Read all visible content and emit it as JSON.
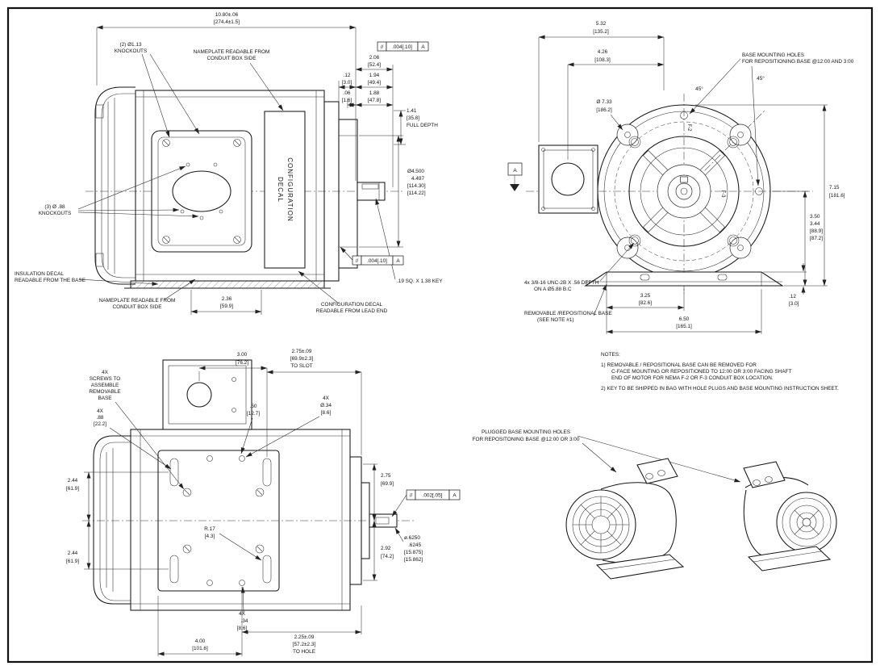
{
  "side": {
    "dim_overall": {
      "in": "10.80±.06",
      "mm": "[274.4±1.5]"
    },
    "knockouts2": {
      "l1": "(2) Ø1.13",
      "l2": "KNOCKOUTS"
    },
    "nameplate_top": {
      "l1": "NAMEPLATE READABLE FROM",
      "l2": "CONDUIT BOX SIDE"
    },
    "fcf_top": {
      "sym": "//",
      "tol": ".004[.10]",
      "datum": "A"
    },
    "dim_206": {
      "in": "2.06",
      "mm": "[52.4]"
    },
    "dim_12": {
      "in": ".12",
      "mm": "[3.0]"
    },
    "dim_194": {
      "in": "1.94",
      "mm": "[49.4]"
    },
    "dim_06": {
      "in": ".06",
      "mm": "[1.6]"
    },
    "dim_188": {
      "in": "1.88",
      "mm": "[47.8]"
    },
    "dim_141": {
      "in": "1.41",
      "mm": "[35.8]",
      "note": "FULL DEPTH"
    },
    "decal": {
      "l1": "CONFIGURATION",
      "l2": "DECAL"
    },
    "knockouts3": {
      "l1": "(3) Ø .88",
      "l2": "KNOCKOUTS"
    },
    "shaft_dia": {
      "l1": "Ø4.500",
      "l2": "4.497",
      "l3": "[114.30]",
      "l4": "[114.22]"
    },
    "insulation": {
      "l1": "INSULATION DECAL",
      "l2": "READABLE FROM THE BASE"
    },
    "nameplate_bottom": {
      "l1": "NAMEPLATE READABLE FROM",
      "l2": "CONDUIT BOX SIDE"
    },
    "dim_236": {
      "in": "2.36",
      "mm": "[59.9]"
    },
    "config_note": {
      "l1": "CONFIGURATION DECAL",
      "l2": "READABLE FROM LEAD END"
    },
    "key_note": ".19 SQ. X 1.38 KEY",
    "fcf_bottom": {
      "sym": "//",
      "tol": ".004[.10]",
      "datum": "A"
    }
  },
  "front": {
    "dim_532": {
      "in": "5.32",
      "mm": "[135.2]"
    },
    "dim_426": {
      "in": "4.26",
      "mm": "[108.3]"
    },
    "base_holes": {
      "l1": "BASE MOUNTING HOLES",
      "l2": "FOR REPOSITIONING BASE @12:00 AND 3:00"
    },
    "angle_a": "45°",
    "angle_b": "45°",
    "dia_733": {
      "in": "Ø 7.33",
      "mm": "[186.2]"
    },
    "dim_715": {
      "in": "7.15",
      "mm": "[181.6]"
    },
    "dim_350": {
      "l1": "3.50",
      "l2": "3.44",
      "l3": "[88.9]",
      "l4": "[87.2]"
    },
    "datum": "A",
    "label_f2": "F-2",
    "label_f3": "F-3",
    "thread_note": {
      "l1": "4x 3/8-16 UNC-2B X .56 DEPTH",
      "l2": "ON A Ø5.88 B.C"
    },
    "removable_note": {
      "l1": "REMOVABLE /REPOSITIONAL BASE",
      "l2": "(SEE NOTE #1)"
    },
    "dim_325": {
      "in": "3.25",
      "mm": "[82.6]"
    },
    "dim_12": {
      "in": ".12",
      "mm": "[3.0]"
    },
    "dim_650": {
      "in": "6.50",
      "mm": "[165.1]"
    }
  },
  "notes": {
    "title": "NOTES:",
    "n1a": "1)   REMOVABLE / REPOSITIONAL BASE CAN BE REMOVED FOR",
    "n1b": "C-FACE MOUNTING OR REPOSITIONED TO 12:00 OR 3:00 FACING SHAFT",
    "n1c": "END OF MOTOR FOR NEMA F-2 OR F-3 CONDUIT BOX LOCATION.",
    "n2": "2)   KEY TO BE SHIPPED IN BAG WITH HOLE PLUGS AND BASE MOUNTING INSTRUCTION SHEET."
  },
  "top": {
    "dim_300": {
      "in": "3.00",
      "mm": "[76.2]"
    },
    "dim_275_slot": {
      "in": "2.75±.09",
      "mm": "[69.9±2.3]",
      "note": "TO SLOT"
    },
    "screws_note": {
      "l1": "4X",
      "l2": "SCREWS TO",
      "l3": "ASSEMBLE",
      "l4": "REMOVABLE",
      "l5": "BASE"
    },
    "dim_88": {
      "l1": "4X",
      "l2": ".88",
      "l3": "[22.2]"
    },
    "dim_50": {
      "in": ".50",
      "mm": "[12.7]"
    },
    "dim_d34": {
      "l1": "4X",
      "l2": "Ø.34",
      "l3": "[8.6]"
    },
    "dim_275": {
      "in": "2.75",
      "mm": "[69.9]"
    },
    "dim_244a": {
      "in": "2.44",
      "mm": "[61.9]"
    },
    "dim_244b": {
      "in": "2.44",
      "mm": "[61.9]"
    },
    "r17": {
      "in": "R.17",
      "mm": "[4.3]"
    },
    "fcf": {
      "sym": "//",
      "tol": ".002[.05]",
      "datum": "A"
    },
    "dim_292": {
      "in": "2.92",
      "mm": "[74.2]"
    },
    "shaft_dia": {
      "l1": "ø.6250",
      "l2": ".6245",
      "l3": "[15.875]",
      "l4": "[15.862]"
    },
    "dim_34": {
      "l1": "4X",
      "l2": ".34",
      "l3": "[8.6]"
    },
    "dim_400": {
      "in": "4.00",
      "mm": "[101.6]"
    },
    "dim_225_hole": {
      "in": "2.25±.09",
      "mm": "[57.2±2.3]",
      "note": "TO HOLE"
    }
  },
  "iso": {
    "plugged_note": {
      "l1": "PLUGGED BASE MOUNTING HOLES",
      "l2": "FOR REPOSITONING BASE @12:00 OR 3:00"
    }
  }
}
